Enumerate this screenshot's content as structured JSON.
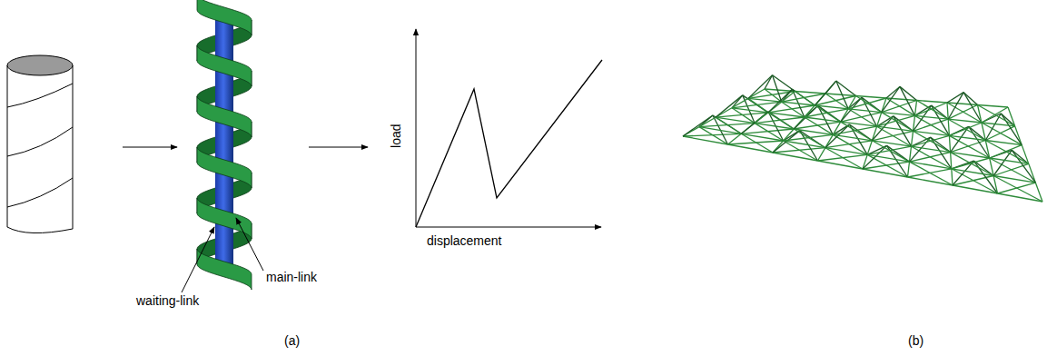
{
  "diagram": {
    "labels": [
      "waiting-link",
      "main-link",
      "load",
      "displacement",
      "(a)",
      "(b)"
    ]
  }
}
